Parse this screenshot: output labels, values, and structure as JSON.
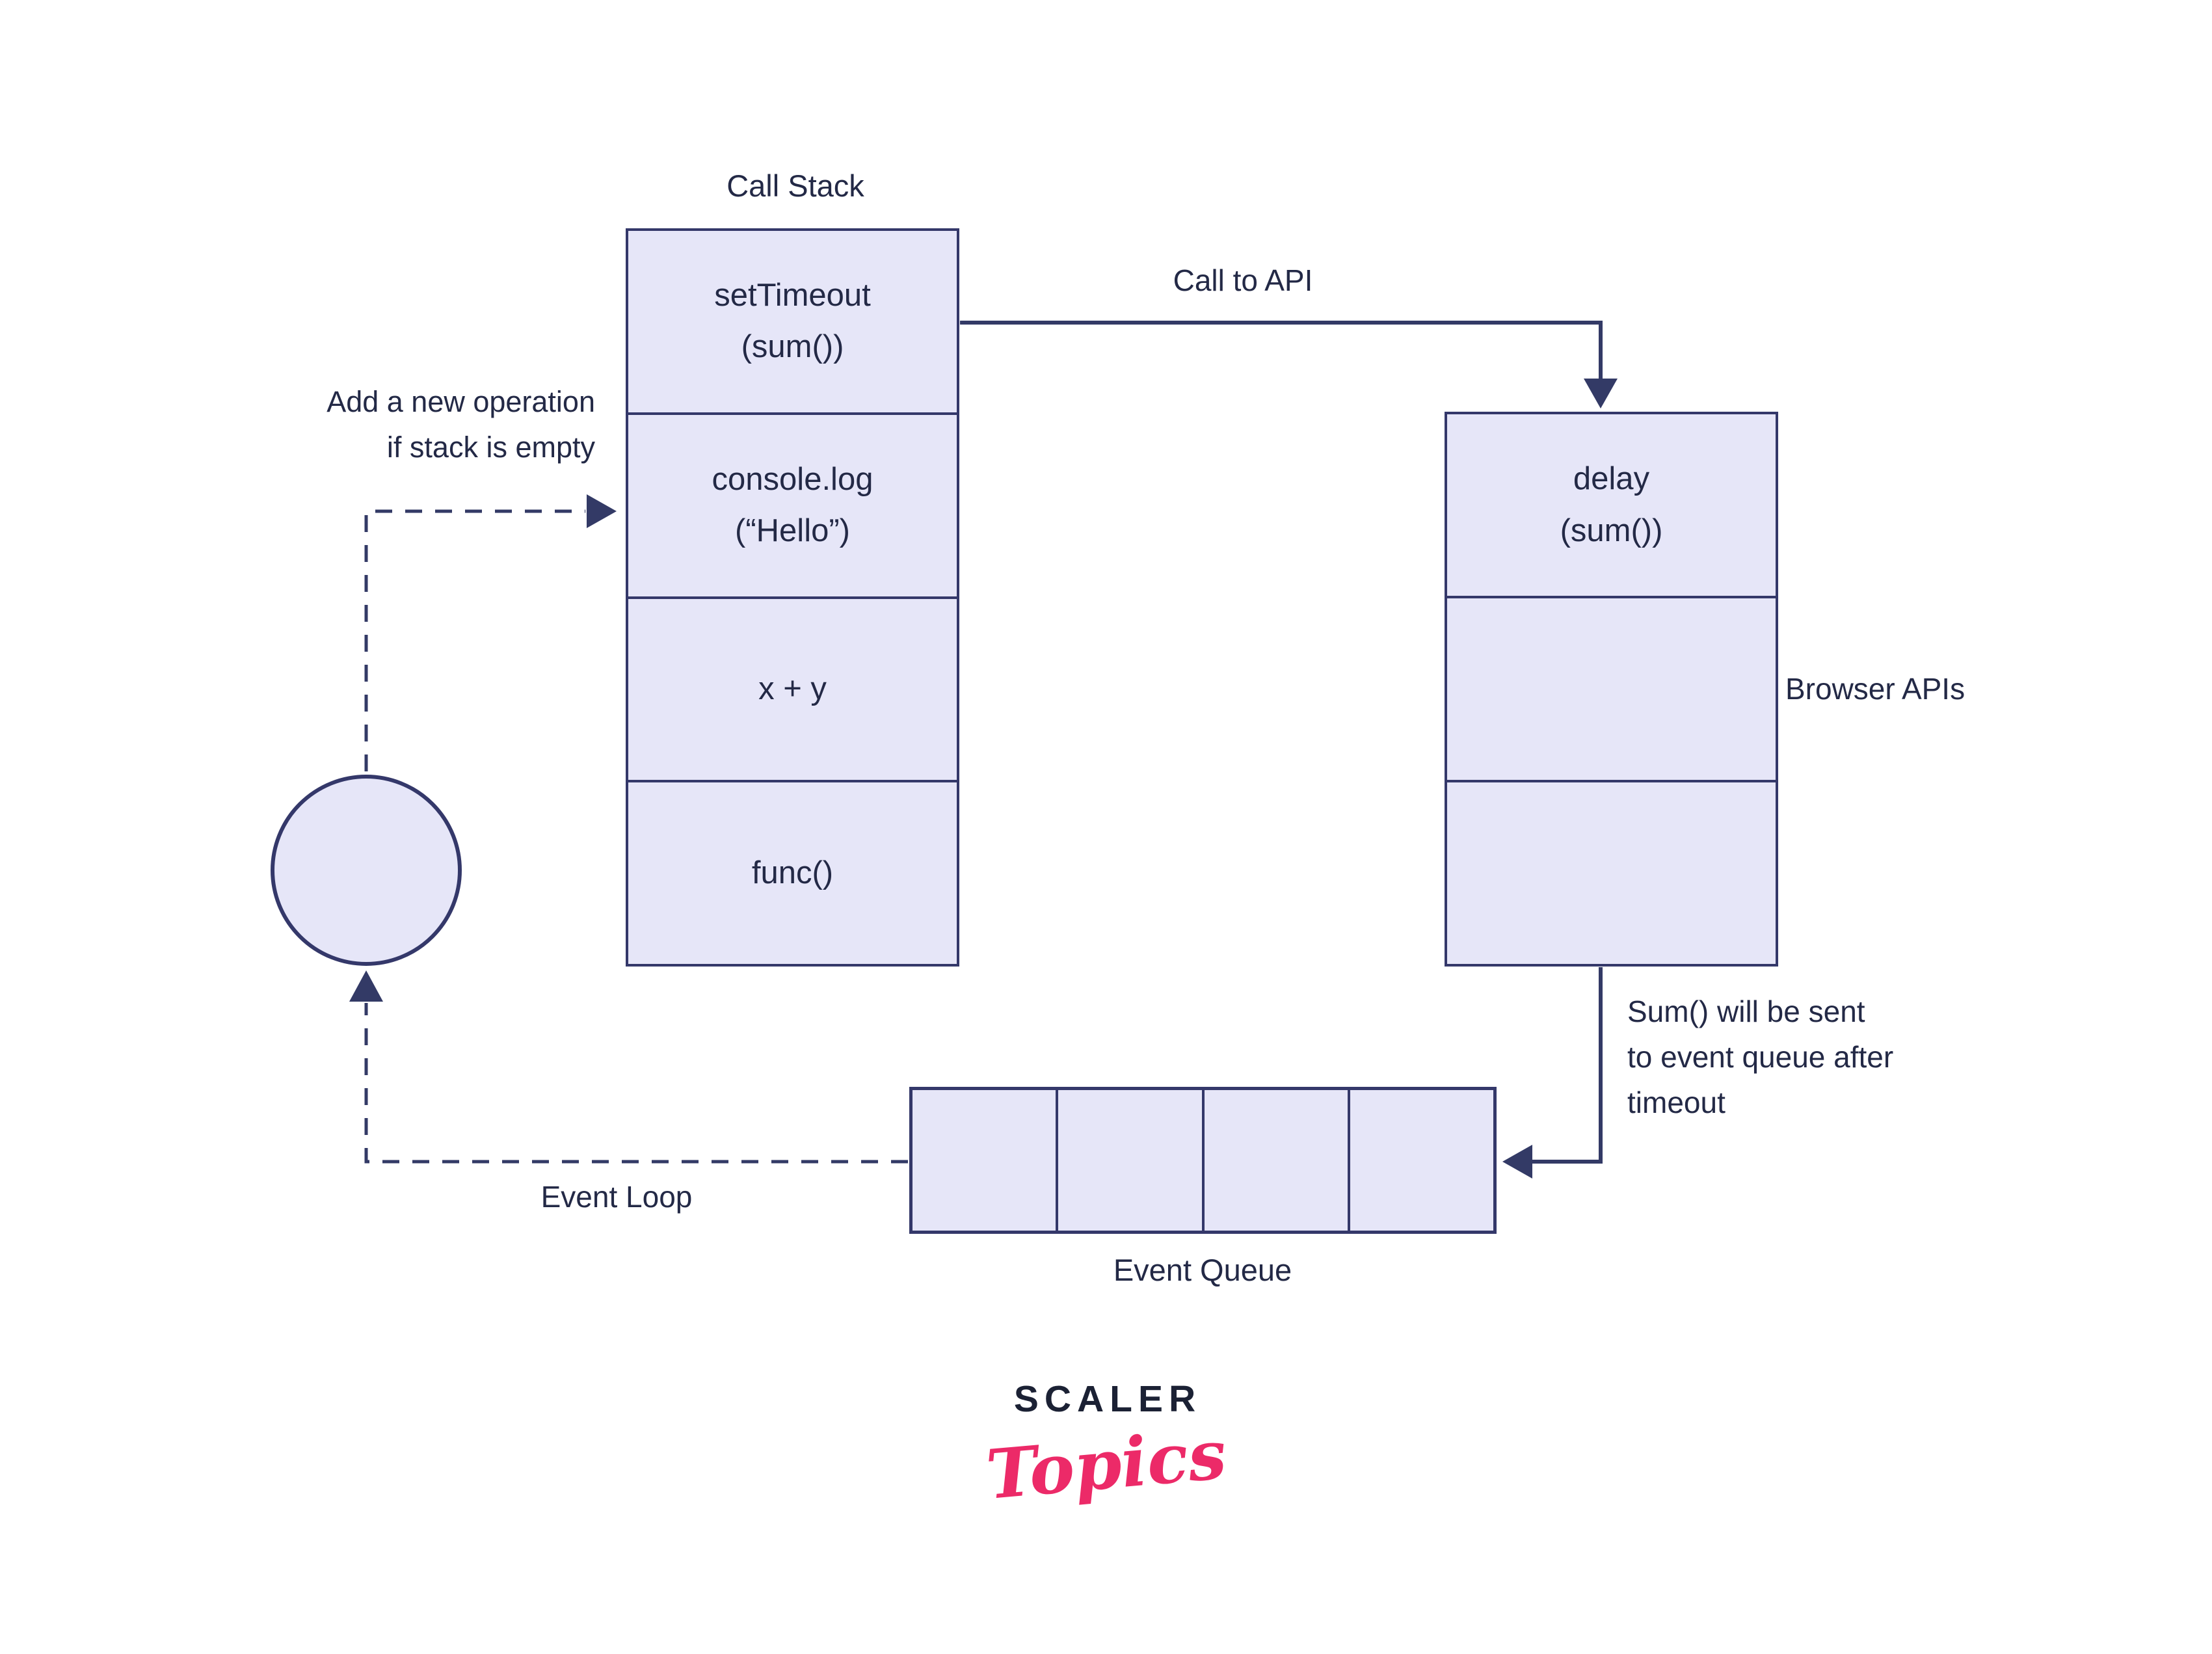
{
  "colors": {
    "background": "#ffffff",
    "box_fill": "#e6e6f8",
    "box_border": "#34386a",
    "line": "#333a66",
    "text": "#232946",
    "brand_dark": "#1b2134",
    "brand_pink": "#ec2a68"
  },
  "call_stack": {
    "title": "Call Stack",
    "frames": [
      "setTimeout\n(sum())",
      "console.log\n(“Hello”)",
      "x + y",
      "func()"
    ]
  },
  "browser_apis": {
    "label": "Browser APIs",
    "cells": [
      "delay\n(sum())",
      "",
      ""
    ]
  },
  "event_queue": {
    "label": "Event Queue",
    "cells": [
      "",
      "",
      "",
      ""
    ]
  },
  "event_loop": {
    "label": "Event Loop"
  },
  "notes": {
    "call_to_api": "Call to API",
    "add_operation": "Add a new operation\nif stack is empty",
    "sum_sent": "Sum() will be sent\nto event queue after\ntimeout"
  },
  "logo": {
    "brand": "SCALER",
    "product": "Topics"
  }
}
